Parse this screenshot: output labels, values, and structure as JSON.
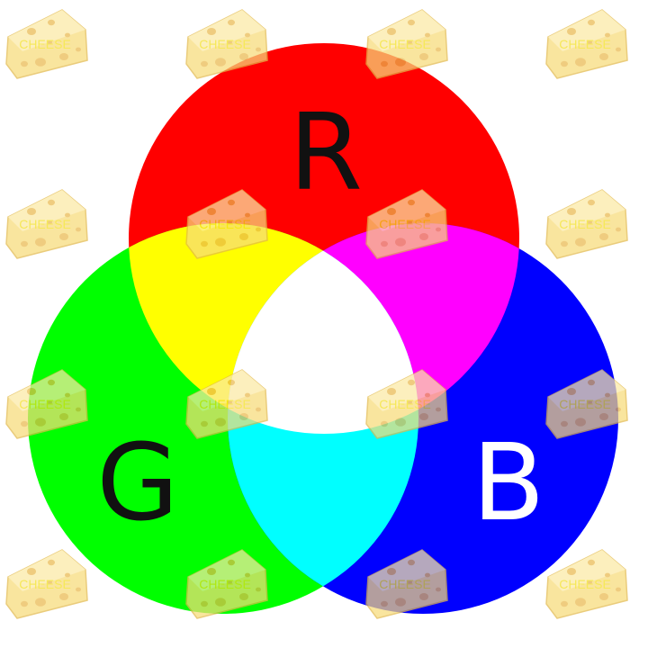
{
  "diagram": {
    "circles": [
      {
        "id": "red",
        "label": "R",
        "color": "#ff0000",
        "label_color": "#111111"
      },
      {
        "id": "green",
        "label": "G",
        "color": "#00ff00",
        "label_color": "#111111"
      },
      {
        "id": "blue",
        "label": "B",
        "color": "#0000ff",
        "label_color": "#ffffff"
      }
    ],
    "overlaps": {
      "red_green": "#ffff00",
      "red_blue": "#ff00ff",
      "green_blue": "#00ffff",
      "all": "#ffffff"
    }
  },
  "watermark": {
    "text": "CHEESE",
    "icon": "cheese-wedge-icon",
    "text_color": "#f3e01a",
    "cheese_color": "#f8dc7a",
    "rows": 4,
    "cols": 4
  }
}
